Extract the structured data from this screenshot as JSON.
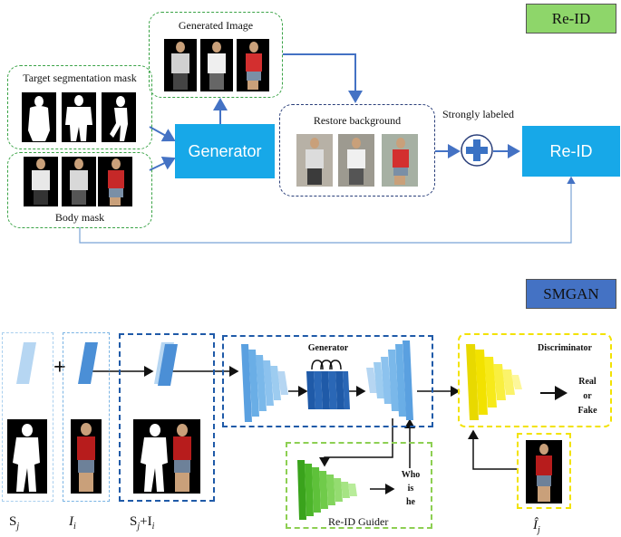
{
  "top": {
    "badge": "Re-ID",
    "badge_color": "#8ed66a",
    "target_mask_label": "Target segmentation mask",
    "body_mask_label": "Body mask",
    "generated_label": "Generated Image",
    "generator_label": "Generator",
    "restore_label": "Restore background",
    "strong_label": "Strongly labeled",
    "reid_label": "Re-ID",
    "box_color": "#17a8e8"
  },
  "bottom": {
    "badge": "SMGAN",
    "badge_color": "#4472c4",
    "generator_label": "Generator",
    "discriminator_label": "Discriminator",
    "real_label": "Real",
    "or_label": "or",
    "fake_label": "Fake",
    "who_label": "Who",
    "is_label": "is",
    "he_label": "he",
    "guider_label": "Re-ID Guider",
    "plus": "+",
    "sj": "S",
    "sj_sub": "j",
    "ii": "I",
    "ii_sub": "i",
    "sji_main": "S",
    "sji_sub1": "j",
    "sji_plus": "+I",
    "sji_sub2": "i",
    "ij": "Î",
    "ij_sub": "j"
  }
}
